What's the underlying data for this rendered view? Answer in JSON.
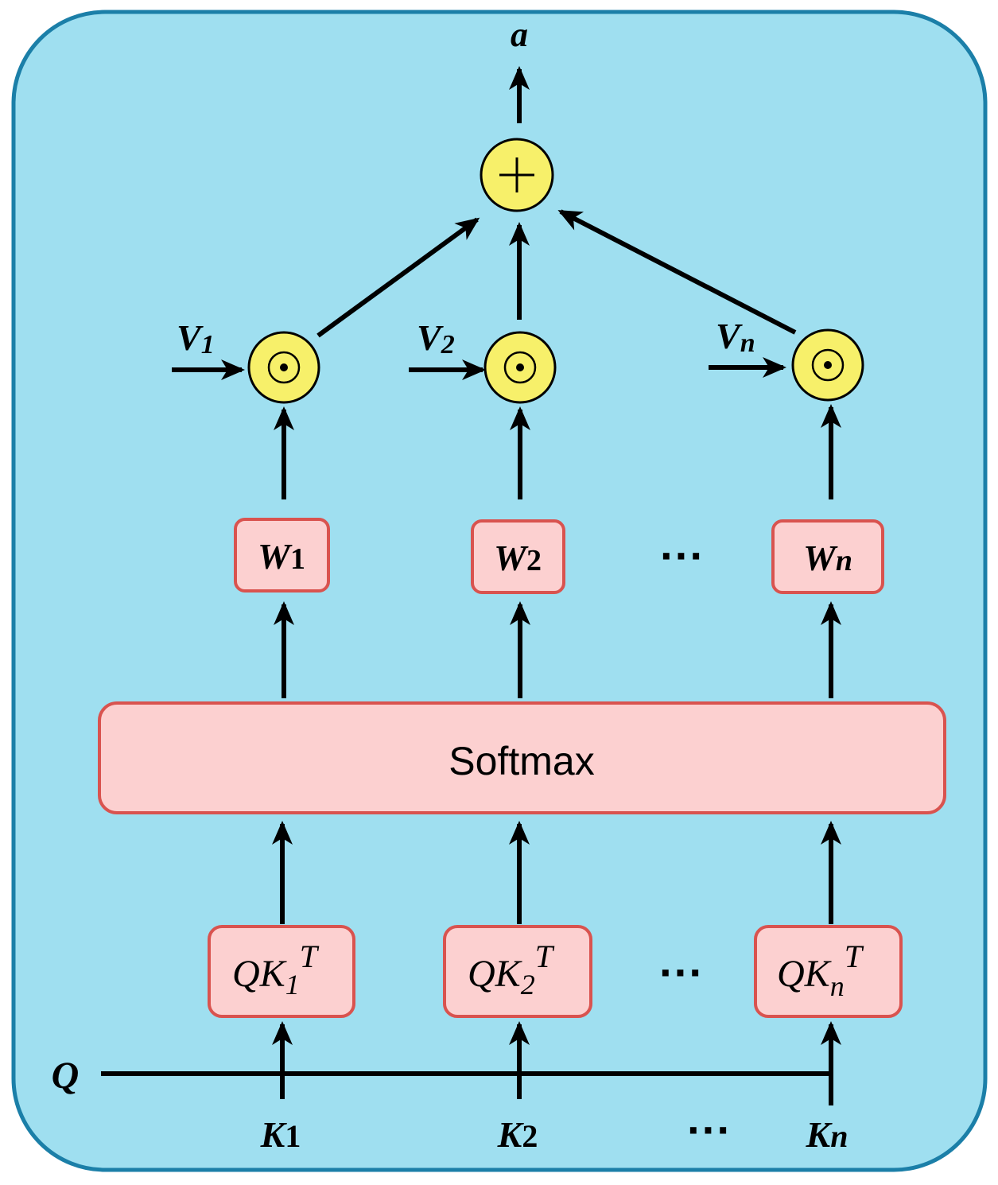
{
  "colors": {
    "background": "#9fdff0",
    "border": "#1b7fa8",
    "box_fill": "#fcd0d0",
    "box_stroke": "#d9534f",
    "circle_fill": "#f7f06a",
    "line": "#000000"
  },
  "output": {
    "label": "a"
  },
  "sum_node": {
    "icon": "circle-plus-icon"
  },
  "value_inputs": [
    {
      "main": "V",
      "sub": "1"
    },
    {
      "main": "V",
      "sub": "2"
    },
    {
      "main": "V",
      "sub": "n"
    }
  ],
  "weights": [
    {
      "main": "W",
      "sub": "1"
    },
    {
      "main": "W",
      "sub": "2"
    },
    {
      "main": "W",
      "sub": "n"
    }
  ],
  "weights_ellipsis": "···",
  "softmax": {
    "label": "Softmax"
  },
  "scores": [
    {
      "main": "QK",
      "sub": "1",
      "sup": "T"
    },
    {
      "main": "QK",
      "sub": "2",
      "sup": "T"
    },
    {
      "main": "QK",
      "sub": "n",
      "sup": "T"
    }
  ],
  "scores_ellipsis": "···",
  "query": {
    "label": "Q"
  },
  "keys": [
    {
      "main": "K",
      "sub": "1"
    },
    {
      "main": "K",
      "sub": "2"
    },
    {
      "main": "K",
      "sub": "n"
    }
  ],
  "keys_ellipsis": "···"
}
